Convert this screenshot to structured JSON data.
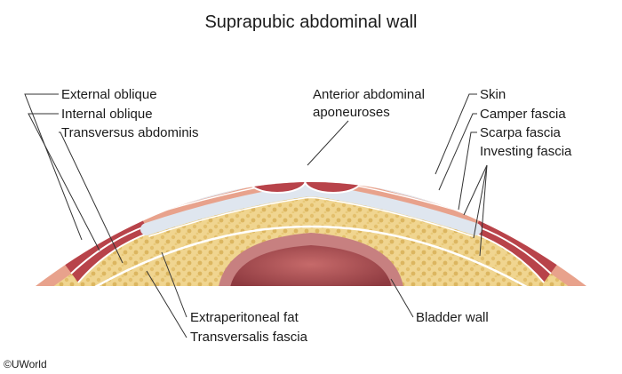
{
  "title": "Suprapubic abdominal wall",
  "labels": {
    "external_oblique": "External oblique",
    "internal_oblique": "Internal oblique",
    "transversus_abdominis": "Transversus abdominis",
    "anterior_aponeuroses_line1": "Anterior abdominal",
    "anterior_aponeuroses_line2": "aponeuroses",
    "skin": "Skin",
    "camper_fascia": "Camper fascia",
    "scarpa_fascia": "Scarpa fascia",
    "investing_fascia": "Investing fascia",
    "extraperitoneal_fat": "Extraperitoneal fat",
    "transversalis_fascia": "Transversalis fascia",
    "bladder_wall": "Bladder wall"
  },
  "copyright": "©UWorld",
  "colors": {
    "skin": "#e8a28c",
    "fat": "#f0d590",
    "fat_dot": "#d9b35a",
    "muscle": "#b8434a",
    "aponeurosis": "#dfe6ef",
    "fascia_line": "#ffffff",
    "bladder": "#a5484e",
    "leader": "#333333"
  }
}
